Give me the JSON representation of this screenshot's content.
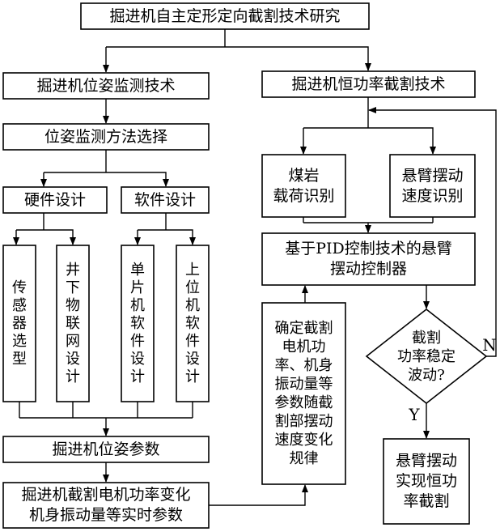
{
  "flowchart": {
    "title": "掘进机自主定形定向截割技术研究",
    "left": {
      "pose_monitoring": "掘进机位姿监测技术",
      "method_selection": "位姿监测方法选择",
      "hardware_design": "硬件设计",
      "software_design": "软件设计",
      "sensor_selection": "传\n感\n器\n选\n型",
      "iot_design": "井\n下\n物\n联\n网\n设\n计",
      "mcu_software": "单\n片\n机\n软\n件\n设\n计",
      "host_software": "上\n位\n机\n软\n件\n设\n计",
      "pose_parameters": "掘进机位姿参数",
      "realtime_parameters": "掘进机截割电机功率变化\n机身振动量等实时参数"
    },
    "right": {
      "constant_power": "掘进机恒功率截割技术",
      "load_identification": "煤岩\n载荷识别",
      "speed_identification": "悬臂摆动\n速度识别",
      "pid_controller": "基于PID控制技术的悬臂\n摆动控制器",
      "variation_law": "确定截割\n电机功\n率、机身\n振动量等\n参数随截\n割部摆动\n速度变化\n规律",
      "decision": "截割\n功率稳定\n波动?",
      "no_label": "N",
      "yes_label": "Y",
      "result": "悬臂摆动\n实现恒功\n率截割"
    }
  }
}
